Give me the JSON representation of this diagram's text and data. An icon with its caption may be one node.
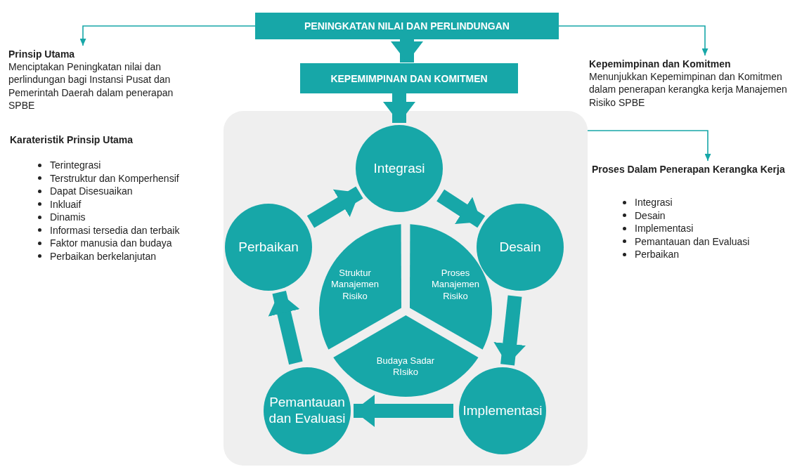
{
  "diagram": {
    "nodes": [
      {
        "text": [
          "PENINGKATAN NILAI DAN PERLINDUNGAN"
        ]
      },
      {
        "text": [
          "KEPEMIMPINAN DAN KOMITMEN"
        ]
      },
      {
        "text": [],
        "shape": "box"
      },
      {
        "text": [
          "Integrasi"
        ],
        "in": 2
      },
      {
        "text": [
          "Desain"
        ],
        "in": 2
      },
      {
        "text": [
          "Implementasi"
        ],
        "in": 2
      },
      {
        "text": [
          "Pemantauan dan Evaluasi"
        ],
        "in": 2
      },
      {
        "text": [
          "Perbaikan"
        ],
        "in": 2
      },
      {
        "text": [
          "Struktur Manajemen Risiko"
        ],
        "in": 2
      },
      {
        "text": [
          "Proses Manajemen Risiko"
        ],
        "in": 2
      },
      {
        "text": [
          "Budaya Sadar RIsiko"
        ],
        "in": 2
      },
      {
        "text": [
          "Prinsip Utama",
          "Menciptakan Peningkatan nilai dan perlindungan bagi Instansi Pusat dan Pemerintah Daerah dalam penerapan SPBE"
        ]
      },
      {
        "text": [
          "Kepemimpinan dan Komitmen",
          "Menunjukkan Kepemimpinan dan Komitmen dalam penerapan kerangka kerja Manajemen Risiko SPBE"
        ]
      },
      {
        "text": [
          "Proses Dalam Penerapan Kerangka Kerja"
        ]
      }
    ],
    "edges": [
      {
        "from": 0,
        "to": 11,
        "arrow": "to"
      },
      {
        "from": 0,
        "to": 12,
        "arrow": "to"
      },
      {
        "from": 0,
        "to": 1,
        "arrow": "to"
      },
      {
        "from": 1,
        "to": 3,
        "arrow": "to"
      },
      {
        "from": 2,
        "to": 13,
        "arrow": "to"
      },
      {
        "from": 3,
        "to": 4,
        "arrow": "to"
      },
      {
        "from": 4,
        "to": 5,
        "arrow": "to"
      },
      {
        "from": 5,
        "to": 6,
        "arrow": "to"
      },
      {
        "from": 6,
        "to": 7,
        "arrow": "to"
      },
      {
        "from": 7,
        "to": 3,
        "arrow": "to"
      }
    ],
    "labels": [
      "Karateristik Prinsip Utama",
      "Terintegrasi",
      "Terstruktur dan Komperhensif",
      "Dapat Disesuaikan",
      "Inkluaif",
      "Dinamis",
      "Informasi tersedia dan terbaik",
      "Faktor manusia dan budaya",
      "Perbaikan berkelanjutan",
      "Integrasi",
      "Desain",
      "Implementasi",
      "Pemantauan dan Evaluasi",
      "Perbaikan"
    ]
  }
}
